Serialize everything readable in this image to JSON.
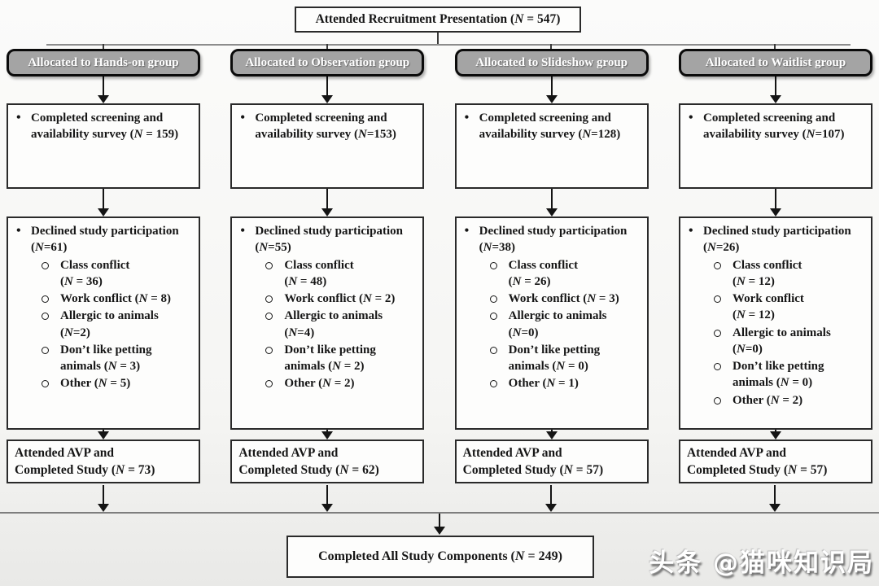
{
  "figure": {
    "top_box": "Attended Recruitment Presentation (N = 547)",
    "bottom_box": "Completed All Study Components (N = 249)",
    "watermark": "头条 @猫咪知识局"
  },
  "columns": [
    {
      "group": "Allocated to Hands-on group",
      "screening": "Completed screening and\navailability survey (N = 159)",
      "declined_header": "Declined study participation\n(N=61)",
      "declined_items": [
        "Class conflict\n(N = 36)",
        "Work conflict (N = 8)",
        "Allergic to animals\n(N=2)",
        "Don’t like petting\nanimals (N = 3)",
        "Other (N = 5)"
      ],
      "avp_line1": "Attended AVP and",
      "avp_line2": "Completed Study (N = 73)"
    },
    {
      "group": "Allocated to Observation group",
      "screening": "Completed screening and\navailability survey (N=153)",
      "declined_header": "Declined study participation\n(N=55)",
      "declined_items": [
        "Class conflict\n(N = 48)",
        "Work conflict (N = 2)",
        "Allergic to animals\n(N=4)",
        "Don’t like petting\nanimals (N = 2)",
        "Other (N = 2)"
      ],
      "avp_line1": "Attended AVP and",
      "avp_line2": "Completed Study (N = 62)"
    },
    {
      "group": "Allocated to Slideshow group",
      "screening": "Completed screening and\navailability survey (N=128)",
      "declined_header": "Declined study participation\n(N=38)",
      "declined_items": [
        "Class conflict\n(N = 26)",
        "Work conflict (N = 3)",
        "Allergic to animals\n(N=0)",
        "Don’t like petting\nanimals (N = 0)",
        "Other (N = 1)"
      ],
      "avp_line1": "Attended AVP and",
      "avp_line2": "Completed Study (N = 57)"
    },
    {
      "group": "Allocated to Waitlist group",
      "screening": "Completed screening and\navailability survey (N=107)",
      "declined_header": "Declined study participation\n(N=26)",
      "declined_items": [
        "Class conflict\n(N = 12)",
        "Work conflict\n(N = 12)",
        "Allergic to animals\n(N=0)",
        "Don’t like petting\nanimals (N = 0)",
        "Other (N = 2)"
      ],
      "avp_line1": "Attended AVP and",
      "avp_line2": "Completed Study (N = 57)"
    }
  ]
}
